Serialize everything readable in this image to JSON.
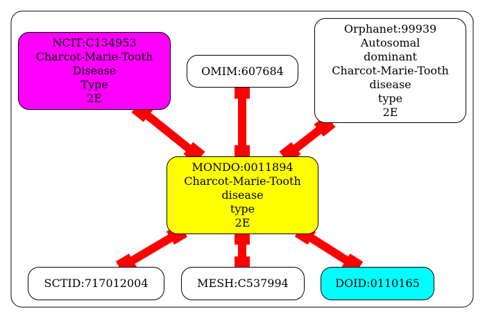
{
  "nodes": {
    "center": {
      "lines": [
        "MONDO:0011894",
        "Charcot-Marie-Tooth",
        "disease",
        "type",
        "2E"
      ],
      "fill": "#ffff00"
    },
    "ncit": {
      "lines": [
        "NCIT:C134953",
        "Charcot-Marie-Tooth",
        "Disease",
        "Type",
        "2E"
      ],
      "fill": "#ff00ff"
    },
    "omim": {
      "lines": [
        "OMIM:607684"
      ],
      "fill": "#ffffff"
    },
    "orphanet": {
      "lines": [
        "Orphanet:99939",
        "Autosomal",
        "dominant",
        "Charcot-Marie-Tooth",
        "disease",
        "type",
        "2E"
      ],
      "fill": "#ffffff"
    },
    "sctid": {
      "lines": [
        "SCTID:717012004"
      ],
      "fill": "#ffffff"
    },
    "mesh": {
      "lines": [
        "MESH:C537994"
      ],
      "fill": "#ffffff"
    },
    "doid": {
      "lines": [
        "DOID:0110165"
      ],
      "fill": "#00ffff"
    }
  },
  "colors": {
    "edge": "#ff0000",
    "border": "#000000"
  }
}
